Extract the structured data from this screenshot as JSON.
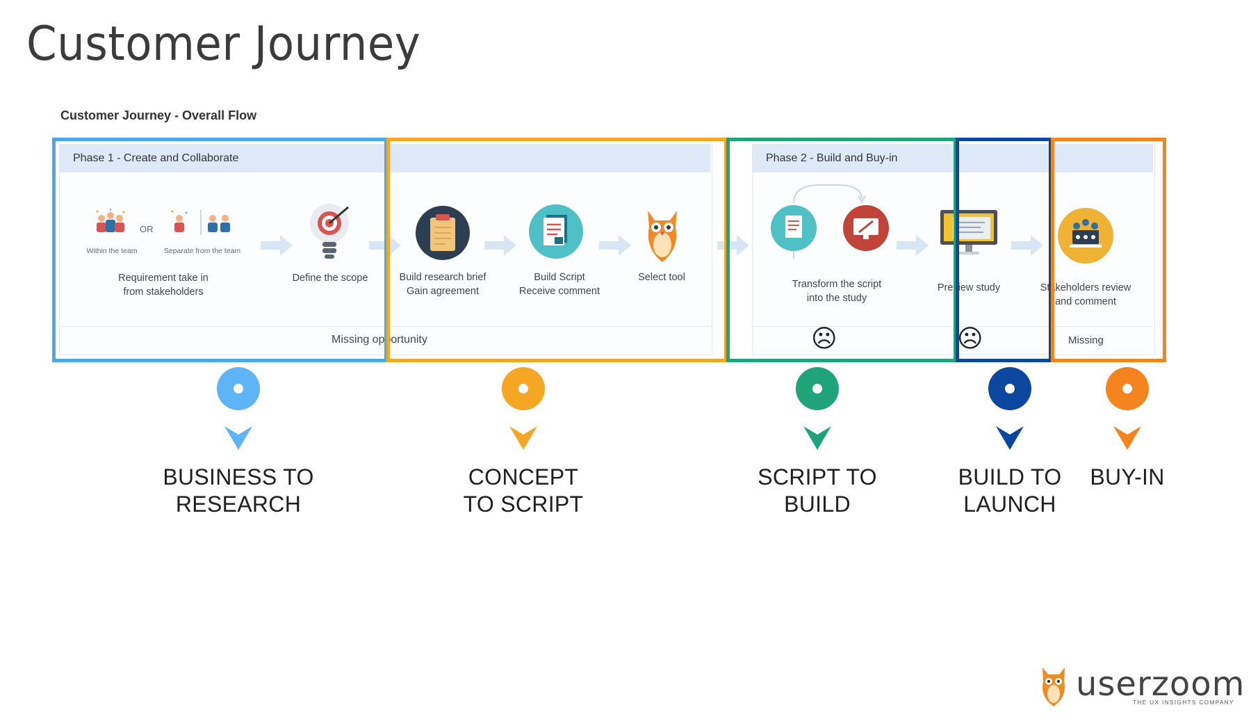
{
  "page_title": "Customer Journey",
  "diagram": {
    "subtitle": "Customer Journey - Overall Flow",
    "phase1_label": "Phase 1 - Create and Collaborate",
    "phase2_label": "Phase 2 - Build and Buy-in",
    "icons": {
      "within_team": "Within the team",
      "or": "OR",
      "separate_team": "Separate from the team"
    },
    "steps": [
      {
        "line1": "Requirement take in",
        "line2": "from stakeholders"
      },
      {
        "line1": "Define the scope",
        "line2": ""
      },
      {
        "line1": "Build research brief",
        "line2": "Gain agreement"
      },
      {
        "line1": "Build Script",
        "line2": "Receive comment"
      },
      {
        "line1": "Select tool",
        "line2": ""
      },
      {
        "line1": "Transform the script",
        "line2": "into the study"
      },
      {
        "line1": "Preview study",
        "line2": ""
      },
      {
        "line1": "Stakeholders review",
        "line2": "and comment"
      }
    ],
    "bottom": {
      "missing_opportunity": "Missing opportunity",
      "missing": "Missing",
      "sad_face": "☹"
    }
  },
  "stages": [
    {
      "line1": "BUSINESS TO",
      "line2": "RESEARCH",
      "color": "#5fb4f5"
    },
    {
      "line1": "CONCEPT",
      "line2": "TO SCRIPT",
      "color": "#f5a623"
    },
    {
      "line1": "SCRIPT TO",
      "line2": "BUILD",
      "color": "#1fa47a"
    },
    {
      "line1": "BUILD TO",
      "line2": "LAUNCH",
      "color": "#0b479e"
    },
    {
      "line1": "BUY-IN",
      "line2": "",
      "color": "#f5841f"
    }
  ],
  "logo": {
    "brand": "userzoom",
    "tagline": "THE UX INSIGHTS COMPANY"
  }
}
